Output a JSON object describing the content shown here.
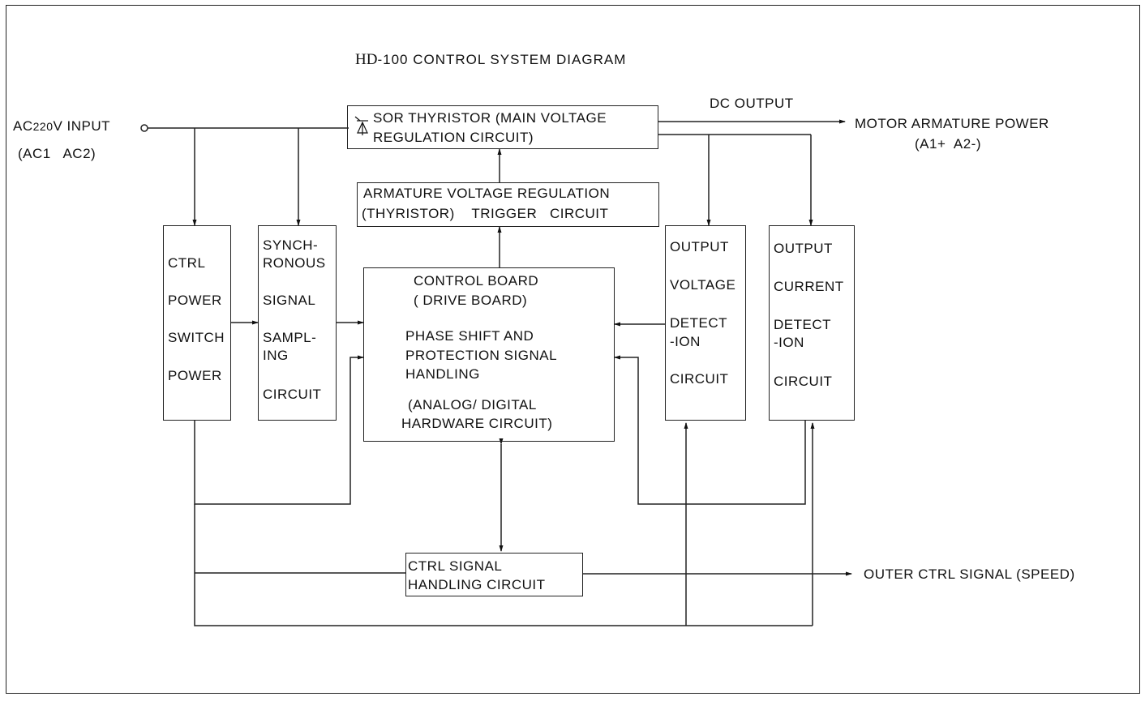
{
  "title": {
    "prefix": "HD",
    "rest": "-100 CONTROL SYSTEM DIAGRAM"
  },
  "input": {
    "label_prefix": "AC",
    "label_sub": "220",
    "label_suffix": "V INPUT",
    "terminals": "(AC1   AC2)",
    "terminal_icon": "terminal-circle"
  },
  "output": {
    "dc_label": "DC OUTPUT",
    "target_line1": "MOTOR ARMATURE POWER",
    "target_line2": "(A1+  A2-)"
  },
  "outer_signal": {
    "label": "OUTER CTRL SIGNAL (SPEED)"
  },
  "blocks": {
    "scr": {
      "icon": "thyristor-icon",
      "line1": "SOR THYRISTOR (MAIN VOLTAGE",
      "line2": "REGULATION CIRCUIT)"
    },
    "trigger": {
      "line1": "ARMATURE VOLTAGE REGULATION",
      "line2": "(THYRISTOR)    TRIGGER   CIRCUIT"
    },
    "ctrl_power": {
      "lines": [
        "CTRL",
        "POWER",
        "SWITCH",
        "POWER"
      ]
    },
    "sync": {
      "lines": [
        "SYNCH-",
        "RONOUS",
        "SIGNAL",
        "SAMPL-",
        "ING",
        "CIRCUIT"
      ]
    },
    "control_board": {
      "lines": [
        "CONTROL BOARD",
        "( DRIVE BOARD)",
        "PHASE SHIFT AND",
        "PROTECTION SIGNAL",
        "HANDLING",
        "(ANALOG/ DIGITAL",
        "HARDWARE CIRCUIT)"
      ]
    },
    "voltage_detect": {
      "lines": [
        "OUTPUT",
        "VOLTAGE",
        "DETECT",
        "-ION",
        "CIRCUIT"
      ]
    },
    "current_detect": {
      "lines": [
        "OUTPUT",
        "CURRENT",
        "DETECT",
        "-ION",
        "CIRCUIT"
      ]
    },
    "ctrl_signal": {
      "line1": "CTRL SIGNAL",
      "line2": "HANDLING CIRCUIT"
    }
  }
}
